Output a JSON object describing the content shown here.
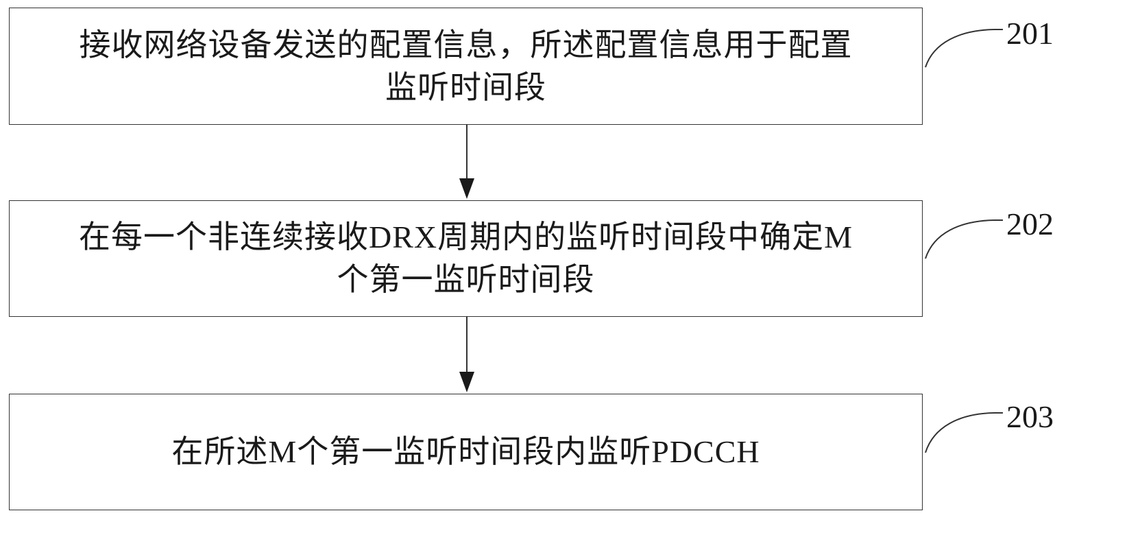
{
  "steps": [
    {
      "id": "201",
      "line1": "接收网络设备发送的配置信息，所述配置信息用于配置",
      "line2": "监听时间段"
    },
    {
      "id": "202",
      "line1": "在每一个非连续接收DRX周期内的监听时间段中确定M",
      "line2": "个第一监听时间段"
    },
    {
      "id": "203",
      "line1": "在所述M个第一监听时间段内监听PDCCH",
      "line2": ""
    }
  ],
  "colors": {
    "stroke": "#333333",
    "text": "#1a1a1a",
    "background": "#ffffff"
  }
}
